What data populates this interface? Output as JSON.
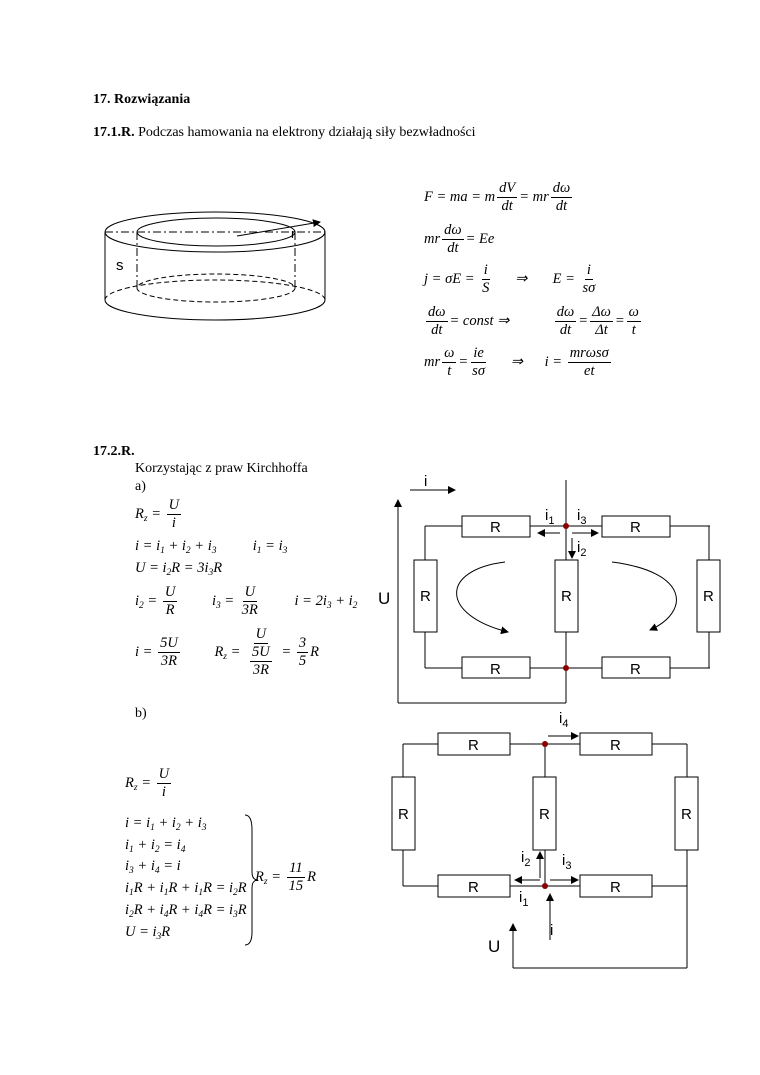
{
  "heading": "17. Rozwiązania",
  "s1": {
    "label": "17.1.R.",
    "text": " Podczas hamowania na elektrony działają siły bezwładności",
    "figure": {
      "s": "s",
      "r": "r"
    },
    "eqs": [
      [
        "F = ma = m",
        {
          "n": [
            "dV"
          ],
          "d": [
            "dt"
          ]
        },
        "= mr",
        {
          "n": [
            "dω"
          ],
          "d": [
            "dt"
          ]
        }
      ],
      [
        "mr",
        {
          "n": [
            "dω"
          ],
          "d": [
            "dt"
          ]
        },
        "= Ee"
      ],
      [
        "j = σE = ",
        {
          "n": [
            "i"
          ],
          "d": [
            "S"
          ]
        },
        "      ⇒       E = ",
        {
          "n": [
            "i"
          ],
          "d": [
            "sσ"
          ]
        }
      ],
      [
        {
          "n": [
            "dω"
          ],
          "d": [
            "dt"
          ]
        },
        "= const ⇒            ",
        {
          "n": [
            "dω"
          ],
          "d": [
            "dt"
          ]
        },
        "=",
        {
          "n": [
            "Δω"
          ],
          "d": [
            "Δt"
          ]
        },
        "=",
        {
          "n": [
            "ω"
          ],
          "d": [
            "t"
          ]
        }
      ],
      [
        "mr",
        {
          "n": [
            "ω"
          ],
          "d": [
            "t"
          ]
        },
        "=",
        {
          "n": [
            "ie"
          ],
          "d": [
            "sσ"
          ]
        },
        "      ⇒      i = ",
        {
          "n": [
            "mrωsσ"
          ],
          "d": [
            "et"
          ]
        }
      ]
    ]
  },
  "s2": {
    "label": "17.2.R.",
    "intro": "Korzystając z praw Kirchhoffa",
    "a_label": "a)",
    "b_label": "b)",
    "a_eqs": [
      [
        "R",
        {
          "sub": "z"
        },
        " = ",
        {
          "n": [
            "U"
          ],
          "d": [
            "i"
          ]
        }
      ],
      [
        "i = i",
        {
          "sub": "1"
        },
        " + i",
        {
          "sub": "2"
        },
        " + i",
        {
          "sub": "3"
        },
        "          i",
        {
          "sub": "1"
        },
        " = i",
        {
          "sub": "3"
        }
      ],
      [
        "U = i",
        {
          "sub": "2"
        },
        "R = 3i",
        {
          "sub": "3"
        },
        "R"
      ],
      [
        "i",
        {
          "sub": "2"
        },
        " = ",
        {
          "n": [
            "U"
          ],
          "d": [
            "R"
          ]
        },
        "         i",
        {
          "sub": "3"
        },
        " = ",
        {
          "n": [
            "U"
          ],
          "d": [
            "3R"
          ]
        },
        "         i = 2i",
        {
          "sub": "3"
        },
        " + i",
        {
          "sub": "2"
        }
      ],
      [
        "i = ",
        {
          "n": [
            "5U"
          ],
          "d": [
            "3R"
          ]
        },
        "         R",
        {
          "sub": "z"
        },
        " = ",
        {
          "n": [
            "U"
          ],
          "d": [
            {
              "n": [
                "5U"
              ],
              "d": [
                "3R"
              ]
            }
          ]
        },
        " = ",
        {
          "n": [
            "3"
          ],
          "d": [
            "5"
          ]
        },
        "R"
      ]
    ],
    "b_eqs": [
      [
        "R",
        {
          "sub": "z"
        },
        " = ",
        {
          "n": [
            "U"
          ],
          "d": [
            "i"
          ]
        }
      ],
      [
        "i = i",
        {
          "sub": "1"
        },
        " + i",
        {
          "sub": "2"
        },
        " + i",
        {
          "sub": "3"
        }
      ],
      [
        "i",
        {
          "sub": "1"
        },
        " + i",
        {
          "sub": "2"
        },
        " = i",
        {
          "sub": "4"
        }
      ],
      [
        "i",
        {
          "sub": "3"
        },
        " + i",
        {
          "sub": "4"
        },
        " = i"
      ],
      [
        "i",
        {
          "sub": "1"
        },
        "R + i",
        {
          "sub": "1"
        },
        "R + i",
        {
          "sub": "1"
        },
        "R = i",
        {
          "sub": "2"
        },
        "R"
      ],
      [
        "i",
        {
          "sub": "2"
        },
        "R + i",
        {
          "sub": "4"
        },
        "R + i",
        {
          "sub": "4"
        },
        "R = i",
        {
          "sub": "3"
        },
        "R"
      ],
      [
        "U = i",
        {
          "sub": "3"
        },
        "R"
      ]
    ],
    "b_result": [
      "R",
      {
        "sub": "z"
      },
      " = ",
      {
        "n": [
          "11"
        ],
        "d": [
          "15"
        ]
      },
      "R"
    ],
    "circuit_a": {
      "i": "i",
      "U": "U",
      "R": "R",
      "i1": "i",
      "i1s": "1",
      "i2": "i",
      "i2s": "2",
      "i3": "i",
      "i3s": "3"
    },
    "circuit_b": {
      "U": "U",
      "R": "R",
      "i": "i",
      "i1": "i",
      "i1s": "1",
      "i2": "i",
      "i2s": "2",
      "i3": "i",
      "i3s": "3",
      "i4": "i",
      "i4s": "4"
    }
  }
}
